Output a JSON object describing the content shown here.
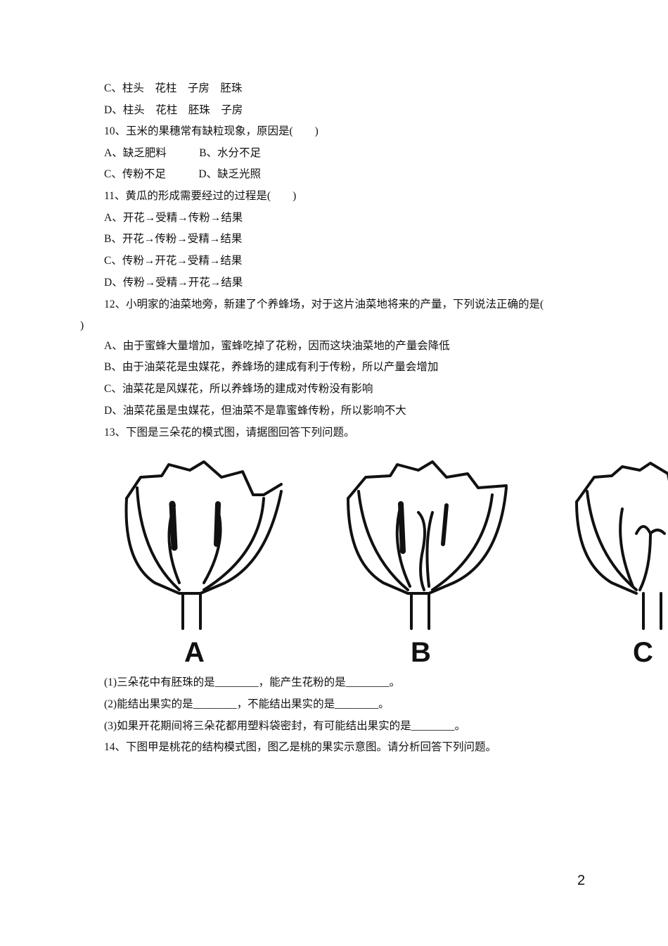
{
  "lines": [
    "C、柱头　花柱　子房　胚珠",
    "D、柱头　花柱　胚珠　子房",
    "10、玉米的果穗常有缺粒现象，原因是(　　)",
    "A、缺乏肥料　　　B、水分不足",
    "C、传粉不足　　　D、缺乏光照",
    "11、黄瓜的形成需要经过的过程是(　　)",
    "A、开花→受精→传粉→结果",
    "B、开花→传粉→受精→结果",
    "C、传粉→开花→受精→结果",
    "D、传粉→受精→开花→结果",
    "12、小明家的油菜地旁，新建了个养蜂场，对于这片油菜地将来的产量，下列说法正确的是(",
    ")",
    "A、由于蜜蜂大量增加，蜜蜂吃掉了花粉，因而这块油菜地的产量会降低",
    "B、由于油菜花是虫媒花，养蜂场的建成有利于传粉，所以产量会增加",
    "C、油菜花是风媒花，所以养蜂场的建成对传粉没有影响",
    "D、油菜花虽是虫媒花，但油菜不是靠蜜蜂传粉，所以影响不大",
    "13、下图是三朵花的模式图，请据图回答下列问题。"
  ],
  "figure": {
    "labels": [
      "A",
      "B",
      "C"
    ]
  },
  "questions": [
    "(1)三朵花中有胚珠的是________，能产生花粉的是________。",
    "(2)能结出果实的是________，不能结出果实的是________。",
    "(3)如果开花期间将三朵花都用塑料袋密封，有可能结出果实的是________。",
    "14、下图甲是桃花的结构模式图，图乙是桃的果实示意图。请分析回答下列问题。"
  ],
  "page_number": "2"
}
